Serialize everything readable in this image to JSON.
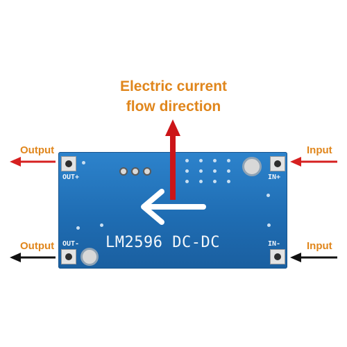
{
  "title": {
    "line1": "Electric current",
    "line2": "flow direction",
    "color": "#e0861c"
  },
  "labels": {
    "output_top": "Output",
    "output_bottom": "Output",
    "input_top": "Input",
    "input_bottom": "Input",
    "output_color": "#e0861c",
    "input_color": "#e0861c"
  },
  "board": {
    "model": "LM2596 DC-DC",
    "out_plus": "OUT+",
    "out_minus": "OUT-",
    "in_plus": "IN+",
    "in_minus": "IN-",
    "color": "#1f6db3"
  },
  "arrows": {
    "positive_color": "#d62020",
    "negative_color": "#111111",
    "flow_color": "#cc1518"
  }
}
